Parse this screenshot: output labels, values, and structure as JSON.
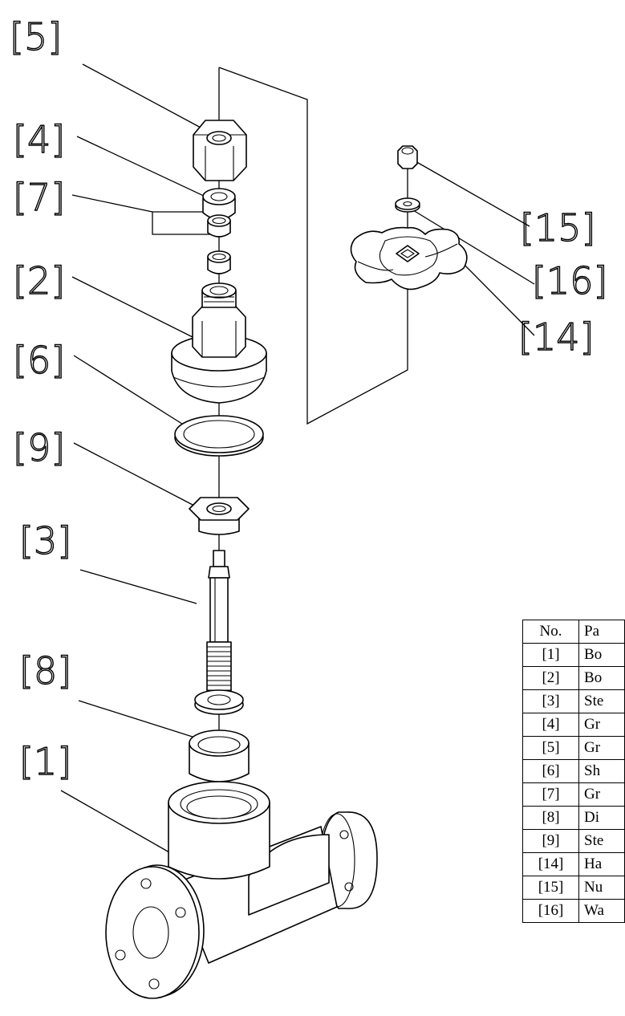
{
  "callouts": [
    {
      "id": "5",
      "text": "[5]"
    },
    {
      "id": "4",
      "text": "[4]"
    },
    {
      "id": "7",
      "text": "[7]"
    },
    {
      "id": "2",
      "text": "[2]"
    },
    {
      "id": "6",
      "text": "[6]"
    },
    {
      "id": "9",
      "text": "[9]"
    },
    {
      "id": "3",
      "text": "[3]"
    },
    {
      "id": "8",
      "text": "[8]"
    },
    {
      "id": "1",
      "text": "[1]"
    },
    {
      "id": "15",
      "text": "[15]"
    },
    {
      "id": "16",
      "text": "[16]"
    },
    {
      "id": "14",
      "text": "[14]"
    }
  ],
  "parts_table": {
    "headers": {
      "no": "No.",
      "name": "Pa"
    },
    "rows": [
      {
        "no": "[1]",
        "name": "Bo"
      },
      {
        "no": "[2]",
        "name": "Bo"
      },
      {
        "no": "[3]",
        "name": "Ste"
      },
      {
        "no": "[4]",
        "name": "Gr"
      },
      {
        "no": "[5]",
        "name": "Gr"
      },
      {
        "no": "[6]",
        "name": "Sh"
      },
      {
        "no": "[7]",
        "name": "Gr"
      },
      {
        "no": "[8]",
        "name": "Di"
      },
      {
        "no": "[9]",
        "name": "Ste"
      },
      {
        "no": "[14]",
        "name": "Ha"
      },
      {
        "no": "[15]",
        "name": "Nu"
      },
      {
        "no": "[16]",
        "name": "Wa"
      }
    ]
  }
}
